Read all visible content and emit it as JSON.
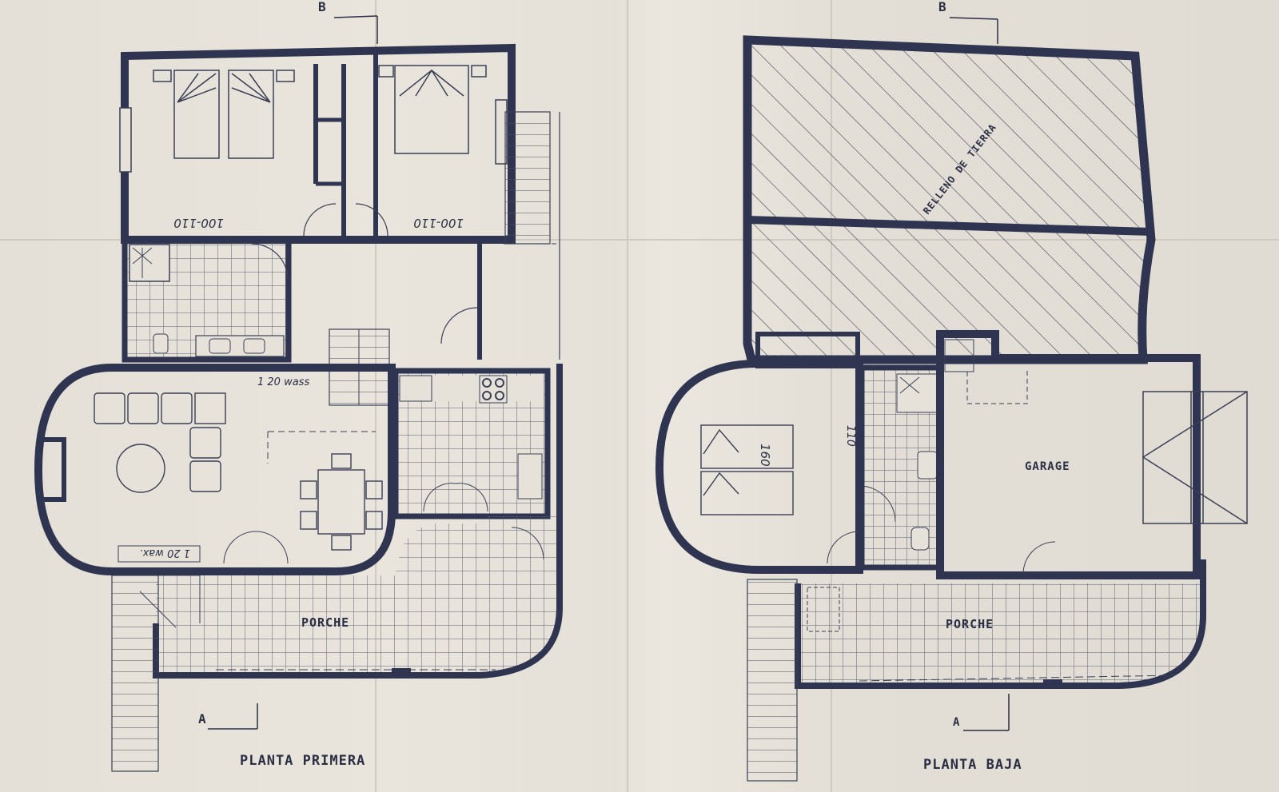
{
  "document": {
    "type": "architectural floor plan",
    "colors": {
      "paper": "#e6e2da",
      "wall": "#2f3550",
      "line": "#3a3f55",
      "hatch": "#4a4e60"
    }
  },
  "plans": [
    {
      "id": "first-floor",
      "title": "PLANTA PRIMERA",
      "section_markers": {
        "top": "B",
        "bottom": "A"
      },
      "rooms": [
        {
          "name": "bedroom-twin",
          "dimension_note": "100-110"
        },
        {
          "name": "bedroom-double",
          "dimension_note": "100-110"
        },
        {
          "name": "bathroom"
        },
        {
          "name": "hallway"
        },
        {
          "name": "living-dining"
        },
        {
          "name": "kitchen"
        },
        {
          "name": "porch",
          "label": "PORCHE"
        }
      ],
      "annotations": {
        "living_top": "1 20 wass",
        "living_bottom": "1 20 wax."
      }
    },
    {
      "id": "ground-floor",
      "title": "PLANTA BAJA",
      "section_markers": {
        "top": "B",
        "bottom": "A"
      },
      "rooms": [
        {
          "name": "earth-fill",
          "label": "RELLENO DE TIERRA"
        },
        {
          "name": "bedroom",
          "dimension_note": "160"
        },
        {
          "name": "bathroom"
        },
        {
          "name": "garage",
          "label": "GARAGE"
        },
        {
          "name": "porch",
          "label": "PORCHE"
        }
      ],
      "annotations": {
        "bedroom_width": "160",
        "hall_note": "110"
      }
    }
  ]
}
